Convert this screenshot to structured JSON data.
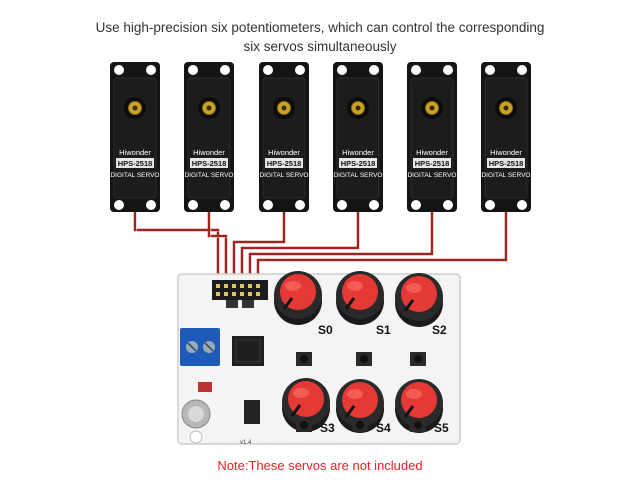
{
  "caption": {
    "line1": "Use high-precision six potentiometers, which can control the corresponding",
    "line2": "six servos simultaneously"
  },
  "servo": {
    "brand": "Hiwonder",
    "model": "HPS-2518",
    "type": "DIGITAL SERVO",
    "count": 6
  },
  "board": {
    "channels": [
      "S0",
      "S1",
      "S2",
      "S3",
      "S4",
      "S5"
    ],
    "version": "v1.4"
  },
  "note": {
    "text": "Note:These servos are not included",
    "color": "#e8231f"
  },
  "colors": {
    "knob": "#e53935",
    "wire": "#a3231c",
    "servo_body": "#141414",
    "gear": "#c9a227",
    "terminal": "#1e5bb8"
  }
}
